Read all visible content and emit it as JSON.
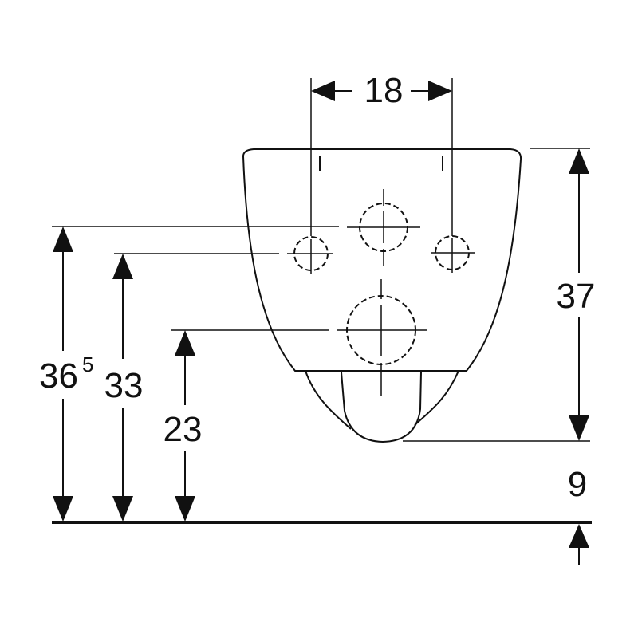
{
  "dimensions": {
    "width_between_bolts": "18",
    "bowl_height": "37",
    "overall_height_main": "36",
    "overall_height_sup": "5",
    "bolt_height": "33",
    "waste_height": "23",
    "floor_gap": "9"
  },
  "colors": {
    "line": "#111111",
    "background": "#ffffff"
  }
}
